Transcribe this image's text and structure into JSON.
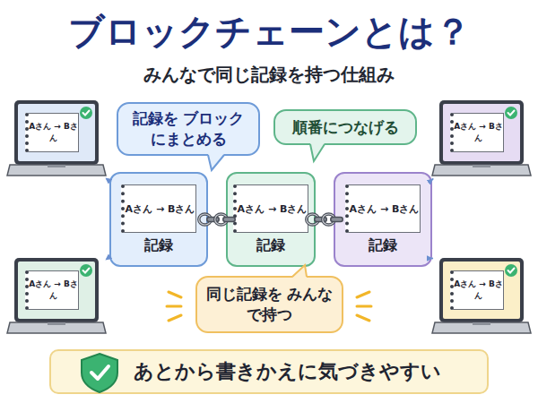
{
  "diagram": {
    "title": "ブロックチェーンとは？",
    "nodes": [
      {
        "text": [
          "記録を ブロックにまとめる"
        ]
      },
      {
        "text": [
          "順番につなげる"
        ]
      },
      {
        "text": [
          "Aさん → Bさん"
        ]
      },
      {
        "text": [
          "Aさん → Bさん"
        ]
      },
      {
        "text": [
          "Aさん → Bさん",
          "記録"
        ]
      },
      {
        "text": [
          "Aさん → Bさん",
          "記録"
        ]
      },
      {
        "text": [
          "Aさん → Bさん",
          "記録"
        ]
      },
      {
        "text": [
          "Aさん → Bさん"
        ]
      },
      {
        "text": [
          "Aさん → Bさん"
        ]
      },
      {
        "text": [
          "同じ記録を みんなで持つ"
        ]
      },
      {
        "text": [
          "あとから書きかえに気づきやすい"
        ]
      }
    ],
    "edges": [
      {
        "from": 4,
        "to": 5,
        "arrow": "none"
      },
      {
        "from": 5,
        "to": 6,
        "arrow": "none"
      },
      {
        "from": 4,
        "to": 2,
        "arrow": "to"
      },
      {
        "from": 4,
        "to": 7,
        "arrow": "to"
      },
      {
        "from": 6,
        "to": 3,
        "arrow": "to"
      },
      {
        "from": 6,
        "to": 8,
        "arrow": "to"
      }
    ],
    "labels": [
      "みんなで同じ記録を持つ仕組み"
    ]
  }
}
